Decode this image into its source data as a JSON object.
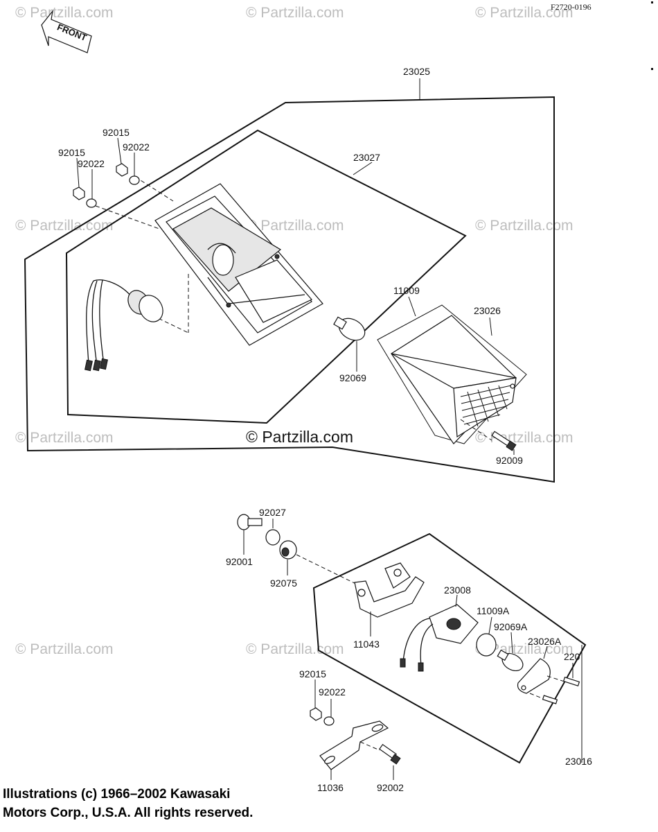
{
  "header": {
    "drawing_code": "F2720-0196",
    "front_label": "FRONT"
  },
  "watermark": {
    "text": "© Partzilla.com"
  },
  "parts": {
    "p23025": "23025",
    "p23027": "23027",
    "p92015_a": "92015",
    "p92022_a": "92022",
    "p92015_b": "92015",
    "p92022_b": "92022",
    "p11009": "11009",
    "p23026": "23026",
    "p92069": "92069",
    "p92009": "92009",
    "p92027": "92027",
    "p92001": "92001",
    "p92075": "92075",
    "p23008": "23008",
    "p11009A": "11009A",
    "p92069A": "92069A",
    "p23026A": "23026A",
    "p220": "220",
    "p11043": "11043",
    "p92015_c": "92015",
    "p92022_c": "92022",
    "p23016": "23016",
    "p11036": "11036",
    "p92002": "92002"
  },
  "footer": {
    "line1": "Illustrations (c) 1966–2002 Kawasaki",
    "line2": "Motors Corp., U.S.A.  All rights reserved."
  }
}
